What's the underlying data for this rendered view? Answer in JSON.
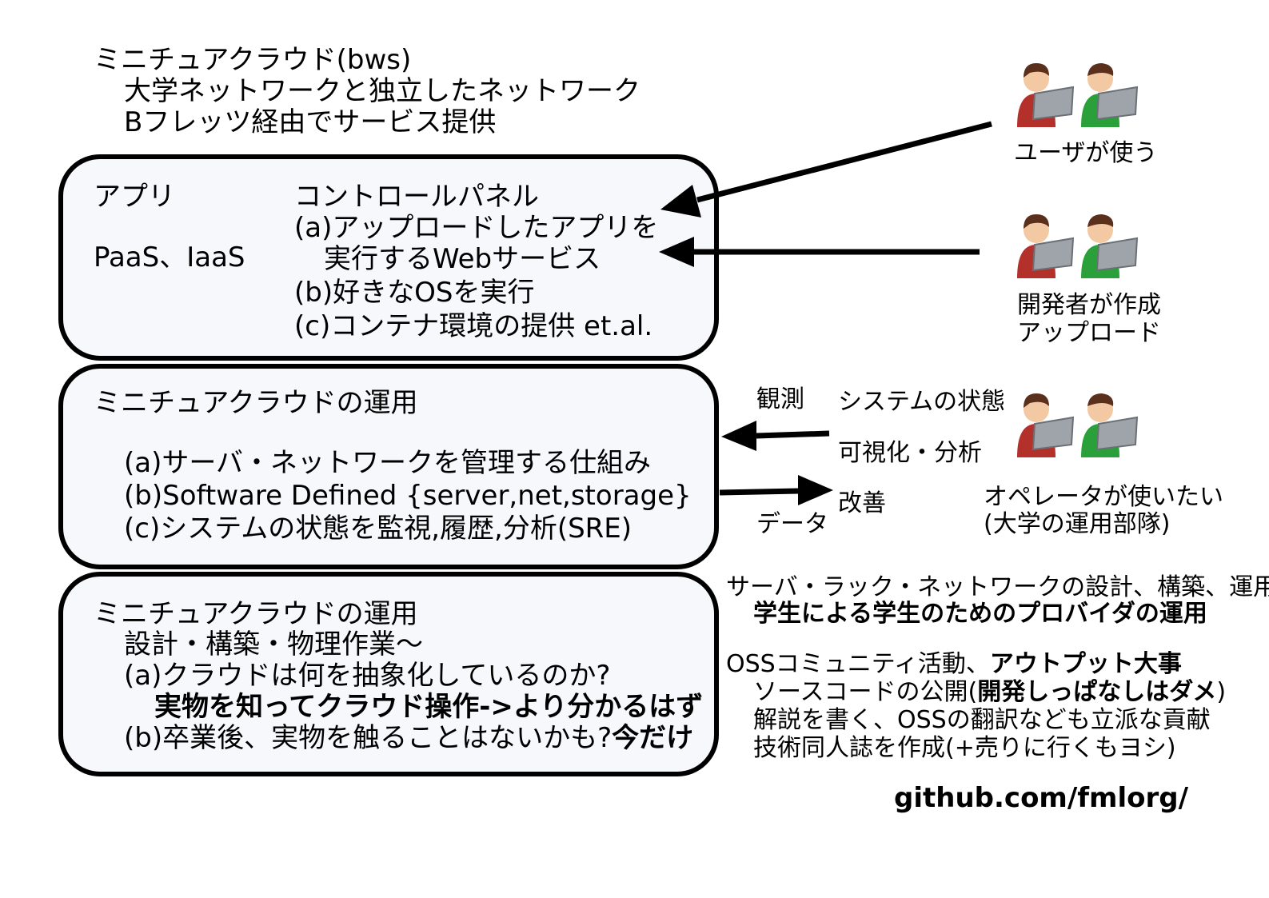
{
  "header": {
    "title": "ミニチュアクラウド(bws)",
    "line1": "大学ネットワークと独立したネットワーク",
    "line2": "Bフレッツ経由でサービス提供"
  },
  "box1": {
    "left_label_1": "アプリ",
    "left_label_2": "PaaS、IaaS",
    "title": "コントロールパネル",
    "item_a_1": "(a)アップロードしたアプリを",
    "item_a_2": "実行するWebサービス",
    "item_b": "(b)好きなOSを実行",
    "item_c": "(c)コンテナ環境の提供 et.al."
  },
  "box2": {
    "title": "ミニチュアクラウドの運用",
    "item_a": "(a)サーバ・ネットワークを管理する仕組み",
    "item_b": "(b)Software Defined {server,net,storage}",
    "item_c": "(c)システムの状態を監視,履歴,分析(SRE)"
  },
  "box3": {
    "title": "ミニチュアクラウドの運用",
    "line1": "設計・構築・物理作業〜",
    "item_a": "(a)クラウドは何を抽象化しているのか?",
    "emphasis": "実物を知ってクラウド操作->より分かるはず",
    "item_b_text": "(b)卒業後、実物を触ることはないかも?",
    "item_b_bold": "今だけ"
  },
  "right": {
    "users_label": "ユーザが使う",
    "dev_label_1": "開発者が作成",
    "dev_label_2": "アップロード",
    "observe": "観測",
    "system_state": "システムの状態",
    "visualize": "可視化・分析",
    "improve": "改善",
    "data": "データ",
    "operator_1": "オペレータが使いたい",
    "operator_2": "(大学の運用部隊)",
    "design_line": "サーバ・ラック・ネットワークの設計、構築、運用",
    "provider_bold": "学生による学生のためのプロバイダの運用",
    "oss_text": "OSSコミュニティ活動、",
    "oss_bold": "アウトプット大事",
    "source_open_1": "ソースコードの公開(",
    "source_open_bold": "開発しっぱなしはダメ",
    "source_open_2": ")",
    "commentary": "解説を書く、OSSの翻訳なども立派な貢献",
    "doujinshi": "技術同人誌を作成(+売りに行くもヨシ)",
    "github": "github.com/fmlorg/"
  },
  "colors": {
    "person_red": "#b3302b",
    "person_green": "#2aa03a",
    "skin": "#f2c9a2",
    "hair": "#5a2f1c",
    "laptop": "#9ea4aa",
    "box_fill": "#f7f8fc"
  }
}
